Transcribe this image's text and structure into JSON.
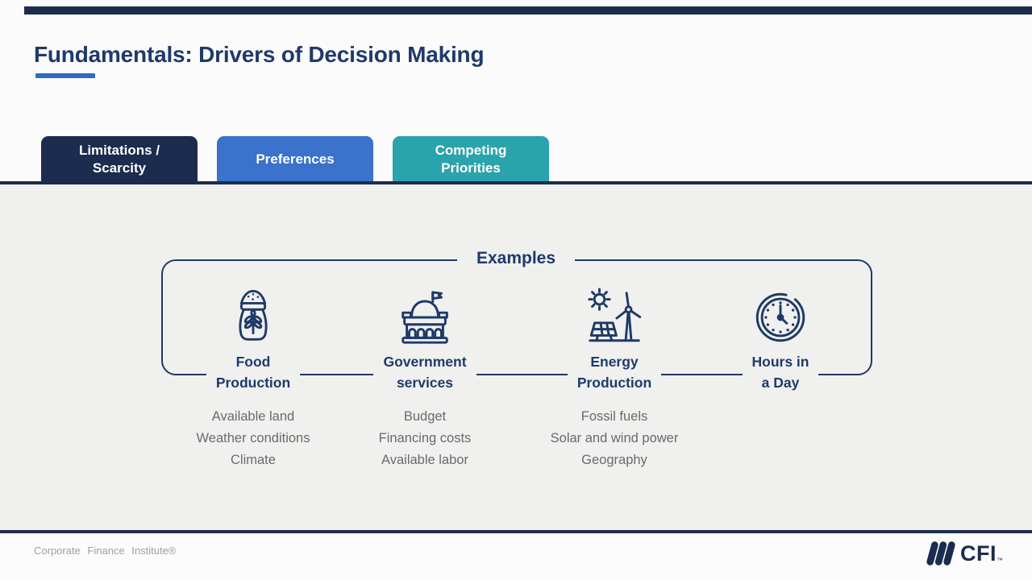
{
  "colors": {
    "navy": "#1b2c4e",
    "title_navy": "#1e3a6b",
    "bracket_navy": "#1e3a66",
    "accent_blue": "#2e6ac0",
    "tab_blue": "#3a72cc",
    "tab_teal": "#2aa3ac",
    "content_bg": "#f0f0ef",
    "text_gray": "#6a6a6a"
  },
  "slide": {
    "title": "Fundamentals: Drivers of Decision Making"
  },
  "tabs": [
    {
      "id": "limitations-scarcity",
      "label": "Limitations /\nScarcity",
      "color": "#1b2c4e"
    },
    {
      "id": "preferences",
      "label": "Preferences",
      "color": "#3a72cc"
    },
    {
      "id": "competing-priorities",
      "label": "Competing\nPriorities",
      "color": "#2aa3ac"
    }
  ],
  "examples": {
    "title": "Examples",
    "items": [
      {
        "icon": "flour-sack-icon",
        "label": "Food\nProduction",
        "details": [
          "Available land",
          "Weather conditions",
          "Climate"
        ]
      },
      {
        "icon": "government-building-icon",
        "label": "Government\nservices",
        "details": [
          "Budget",
          "Financing costs",
          "Available labor"
        ]
      },
      {
        "icon": "solar-wind-energy-icon",
        "label": "Energy\nProduction",
        "details": [
          "Fossil fuels",
          "Solar and wind power",
          "Geography"
        ]
      },
      {
        "icon": "clock-icon",
        "label": "Hours in\na Day",
        "details": []
      }
    ]
  },
  "footer": {
    "brand": "Corporate Finance Institute®",
    "logo_text": "CFI",
    "logo_tm": "™"
  }
}
